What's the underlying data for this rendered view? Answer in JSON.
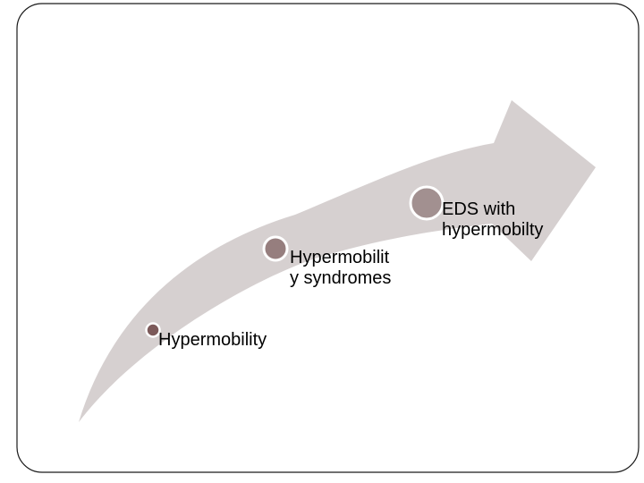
{
  "slide": {
    "background_color": "#ffffff",
    "frame": {
      "border_color": "#1a1a1a"
    },
    "arrow": {
      "name": "upward curved arrow",
      "color": "#d6d0d0"
    },
    "marker_ring_color": "#ffffff",
    "steps": [
      {
        "label_line1": "Hypermobility",
        "label_line2": "",
        "marker_color": "#7c5a5a"
      },
      {
        "label_line1": "Hypermobilit",
        "label_line2": "y syndromes",
        "marker_color": "#967e7e"
      },
      {
        "label_line1": "EDS with",
        "label_line2": "hypermobilty",
        "marker_color": "#a29090"
      }
    ]
  }
}
